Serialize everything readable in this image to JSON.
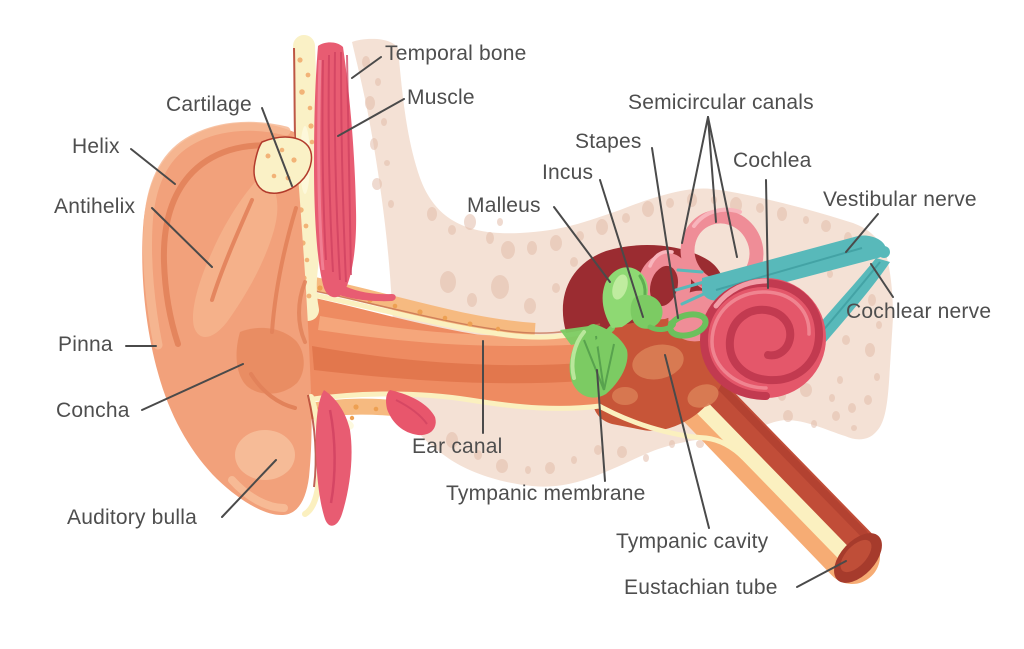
{
  "labels": {
    "temporal_bone": "Temporal bone",
    "muscle": "Muscle",
    "cartilage": "Cartilage",
    "helix": "Helix",
    "antihelix": "Antihelix",
    "semicircular_canals": "Semicircular canals",
    "stapes": "Stapes",
    "incus": "Incus",
    "cochlea": "Cochlea",
    "malleus": "Malleus",
    "vestibular_nerve": "Vestibular nerve",
    "cochlear_nerve": "Cochlear nerve",
    "pinna": "Pinna",
    "concha": "Concha",
    "ear_canal": "Ear canal",
    "auditory_bulla": "Auditory bulla",
    "tympanic_membrane": "Tympanic membrane",
    "tympanic_cavity": "Tympanic cavity",
    "eustachian_tube": "Eustachian tube"
  },
  "colors": {
    "label_text": "#4e4e4e",
    "leader_line": "#4a4a4a",
    "bone": "#f4e1d5",
    "bone_pore": "#e3bdab",
    "pinna": "#f2a17b",
    "pinna_shadow": "#e2825a",
    "cartilage": "#faf1c6",
    "cartilage_dot": "#f2b377",
    "muscle": "#e85c72",
    "ear_canal": "#ee8b61",
    "cream_lining": "#fbf0bf",
    "tympanic_cavity_dark": "#9b2c31",
    "tympanic_cavity_rust": "#c75538",
    "ossicle_green": "#8ed973",
    "membrane_green": "#7ccb63",
    "inner_ear_pink": "#ef8d97",
    "cochlea_red": "#e4576a",
    "nerve_teal": "#58b9ba",
    "tube_skin": "#f6ac74",
    "tube_inner": "#c14d38"
  }
}
